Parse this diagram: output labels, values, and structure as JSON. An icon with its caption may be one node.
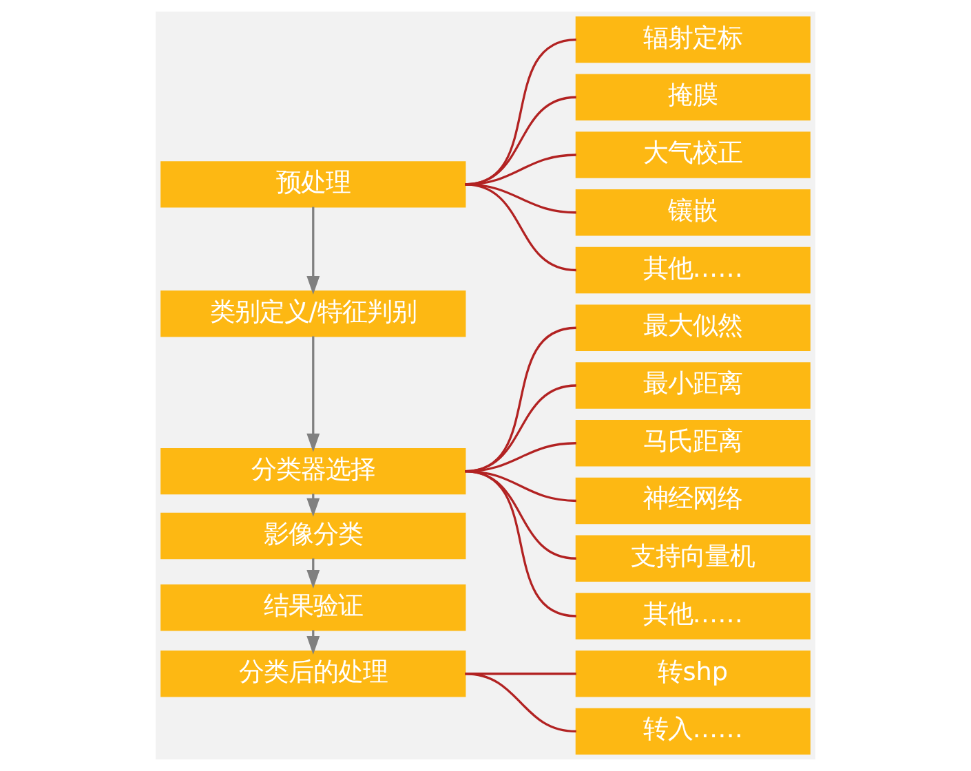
{
  "diagram": {
    "nodes": [
      {
        "text": [
          "预处理"
        ]
      },
      {
        "text": [
          "类别定义/特征判别"
        ]
      },
      {
        "text": [
          "分类器选择"
        ]
      },
      {
        "text": [
          "影像分类"
        ]
      },
      {
        "text": [
          "结果验证"
        ]
      },
      {
        "text": [
          "分类后的处理"
        ]
      },
      {
        "text": [
          "辐射定标"
        ]
      },
      {
        "text": [
          "掩膜"
        ]
      },
      {
        "text": [
          "大气校正"
        ]
      },
      {
        "text": [
          "镶嵌"
        ]
      },
      {
        "text": [
          "其他……"
        ]
      },
      {
        "text": [
          "最大似然"
        ]
      },
      {
        "text": [
          "最小距离"
        ]
      },
      {
        "text": [
          "马氏距离"
        ]
      },
      {
        "text": [
          "神经网络"
        ]
      },
      {
        "text": [
          "支持向量机"
        ]
      },
      {
        "text": [
          "其他……"
        ]
      },
      {
        "text": [
          "转shp"
        ]
      },
      {
        "text": [
          "转入……"
        ]
      }
    ],
    "edges": [
      {
        "from": 0,
        "to": 1,
        "arrow": "to",
        "color": "#808080"
      },
      {
        "from": 1,
        "to": 2,
        "arrow": "to",
        "color": "#808080"
      },
      {
        "from": 2,
        "to": 3,
        "arrow": "to",
        "color": "#808080"
      },
      {
        "from": 3,
        "to": 4,
        "arrow": "to",
        "color": "#808080"
      },
      {
        "from": 4,
        "to": 5,
        "arrow": "to",
        "color": "#808080"
      },
      {
        "from": 0,
        "to": 6,
        "arrow": "none"
      },
      {
        "from": 0,
        "to": 7,
        "arrow": "none"
      },
      {
        "from": 0,
        "to": 8,
        "arrow": "none"
      },
      {
        "from": 0,
        "to": 9,
        "arrow": "none"
      },
      {
        "from": 0,
        "to": 10,
        "arrow": "none"
      },
      {
        "from": 2,
        "to": 11,
        "arrow": "none"
      },
      {
        "from": 2,
        "to": 12,
        "arrow": "none"
      },
      {
        "from": 2,
        "to": 13,
        "arrow": "none"
      },
      {
        "from": 2,
        "to": 14,
        "arrow": "none"
      },
      {
        "from": 2,
        "to": 15,
        "arrow": "none"
      },
      {
        "from": 2,
        "to": 16,
        "arrow": "none"
      },
      {
        "from": 5,
        "to": 17,
        "arrow": "none"
      },
      {
        "from": 5,
        "to": 18,
        "arrow": "none"
      }
    ]
  }
}
